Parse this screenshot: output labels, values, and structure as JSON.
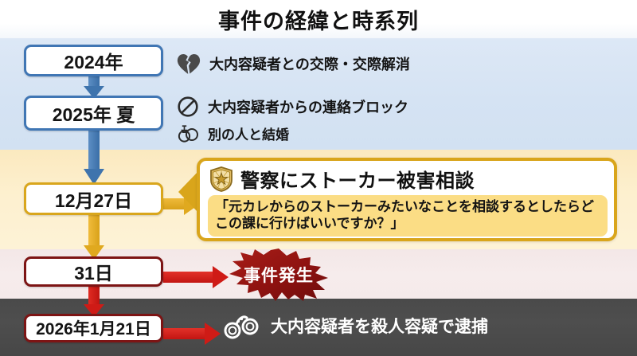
{
  "header": {
    "title": "事件の経緯と時系列"
  },
  "bands": {
    "blue_color": "#d5e3f3",
    "yellow_color": "#fdf0cf",
    "pink_color": "#f5eaea",
    "dark_color": "#4a4a4a"
  },
  "timeline": {
    "dates": [
      {
        "label": "2024年",
        "accent": "#4076b4"
      },
      {
        "label": "2025年 夏",
        "accent": "#4076b4"
      },
      {
        "label": "12月27日",
        "accent": "#d9a61c"
      },
      {
        "label": "31日",
        "accent": "#7d1414"
      },
      {
        "label": "2026年1月21日",
        "accent": "#7d1414"
      }
    ]
  },
  "events": {
    "breakup": {
      "icon": "broken-heart-icon",
      "text": "大内容疑者との交際・交際解消"
    },
    "block": {
      "icon": "no-entry-icon",
      "text": "大内容疑者からの連絡ブロック"
    },
    "married": {
      "icon": "wedding-rings-icon",
      "text": "別の人と結婚"
    },
    "arrest": {
      "icon": "handcuffs-icon",
      "text": "大内容疑者を殺人容疑で逮捕"
    }
  },
  "callout": {
    "icon": "police-badge-icon",
    "title": "警察にストーカー被害相談",
    "quote": "「元カレからのストーカーみたいなことを相談するとしたらどこの課に行けばいいですか？」",
    "border_color": "#d9a51b",
    "quote_bg": "#fbdd85"
  },
  "burst": {
    "label": "事件発生",
    "color": "#8c1111"
  }
}
